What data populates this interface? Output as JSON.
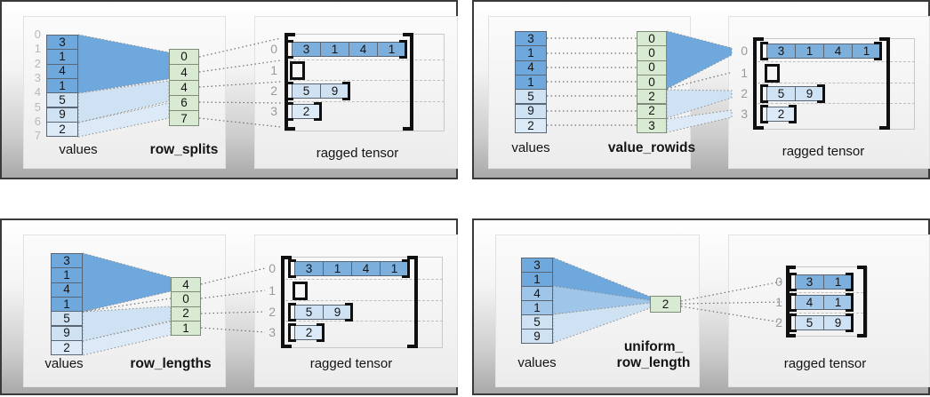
{
  "colors": {
    "shades": [
      "#6fa8dc",
      "#9fc5e8",
      "#cfe2f3",
      "#dceaf7"
    ],
    "tensor_shades": [
      "#7cafdc",
      "#a2c7e9",
      "#cfe2f3",
      "#dceaf7"
    ],
    "green": "#d9ead3"
  },
  "panels": [
    {
      "id": "row-splits",
      "values_label": "values",
      "method_label_lines": [
        "row_splits"
      ],
      "tensor_label": "ragged tensor",
      "values": [
        "3",
        "1",
        "4",
        "1",
        "5",
        "9",
        "2"
      ],
      "values_shades": [
        0,
        0,
        0,
        0,
        2,
        2,
        3
      ],
      "index_labels": [
        "0",
        "1",
        "2",
        "3",
        "4",
        "5",
        "6",
        "7"
      ],
      "method_cells": [
        "0",
        "4",
        "4",
        "6",
        "7"
      ],
      "tensor_rows": [
        {
          "index": "0",
          "cells": [
            "3",
            "1",
            "4",
            "1"
          ],
          "shade": 0
        },
        {
          "index": "1",
          "cells": [],
          "shade": 2
        },
        {
          "index": "2",
          "cells": [
            "5",
            "9"
          ],
          "shade": 2
        },
        {
          "index": "3",
          "cells": [
            "2"
          ],
          "shade": 3
        }
      ]
    },
    {
      "id": "value-rowids",
      "values_label": "values",
      "method_label_lines": [
        "value_rowids"
      ],
      "tensor_label": "ragged tensor",
      "values": [
        "3",
        "1",
        "4",
        "1",
        "5",
        "9",
        "2"
      ],
      "values_shades": [
        0,
        0,
        0,
        0,
        2,
        2,
        3
      ],
      "index_labels": [],
      "method_cells": [
        "0",
        "0",
        "0",
        "0",
        "2",
        "2",
        "3"
      ],
      "tensor_rows": [
        {
          "index": "0",
          "cells": [
            "3",
            "1",
            "4",
            "1"
          ],
          "shade": 0
        },
        {
          "index": "1",
          "cells": [],
          "shade": 2
        },
        {
          "index": "2",
          "cells": [
            "5",
            "9"
          ],
          "shade": 2
        },
        {
          "index": "3",
          "cells": [
            "2"
          ],
          "shade": 3
        }
      ]
    },
    {
      "id": "row-lengths",
      "values_label": "values",
      "method_label_lines": [
        "row_lengths"
      ],
      "tensor_label": "ragged tensor",
      "values": [
        "3",
        "1",
        "4",
        "1",
        "5",
        "9",
        "2"
      ],
      "values_shades": [
        0,
        0,
        0,
        0,
        2,
        2,
        3
      ],
      "index_labels": [],
      "method_cells": [
        "4",
        "0",
        "2",
        "1"
      ],
      "tensor_rows": [
        {
          "index": "0",
          "cells": [
            "3",
            "1",
            "4",
            "1"
          ],
          "shade": 0
        },
        {
          "index": "1",
          "cells": [],
          "shade": 2
        },
        {
          "index": "2",
          "cells": [
            "5",
            "9"
          ],
          "shade": 2
        },
        {
          "index": "3",
          "cells": [
            "2"
          ],
          "shade": 3
        }
      ]
    },
    {
      "id": "uniform-row-length",
      "values_label": "values",
      "method_label_lines": [
        "uniform_",
        "row_length"
      ],
      "tensor_label": "ragged tensor",
      "values": [
        "3",
        "1",
        "4",
        "1",
        "5",
        "9"
      ],
      "values_shades": [
        0,
        0,
        1,
        1,
        2,
        2
      ],
      "index_labels": [],
      "method_cells": [
        "2"
      ],
      "tensor_rows": [
        {
          "index": "0",
          "cells": [
            "3",
            "1"
          ],
          "shade": 0
        },
        {
          "index": "1",
          "cells": [
            "4",
            "1"
          ],
          "shade": 1
        },
        {
          "index": "2",
          "cells": [
            "5",
            "9"
          ],
          "shade": 2
        }
      ]
    }
  ]
}
